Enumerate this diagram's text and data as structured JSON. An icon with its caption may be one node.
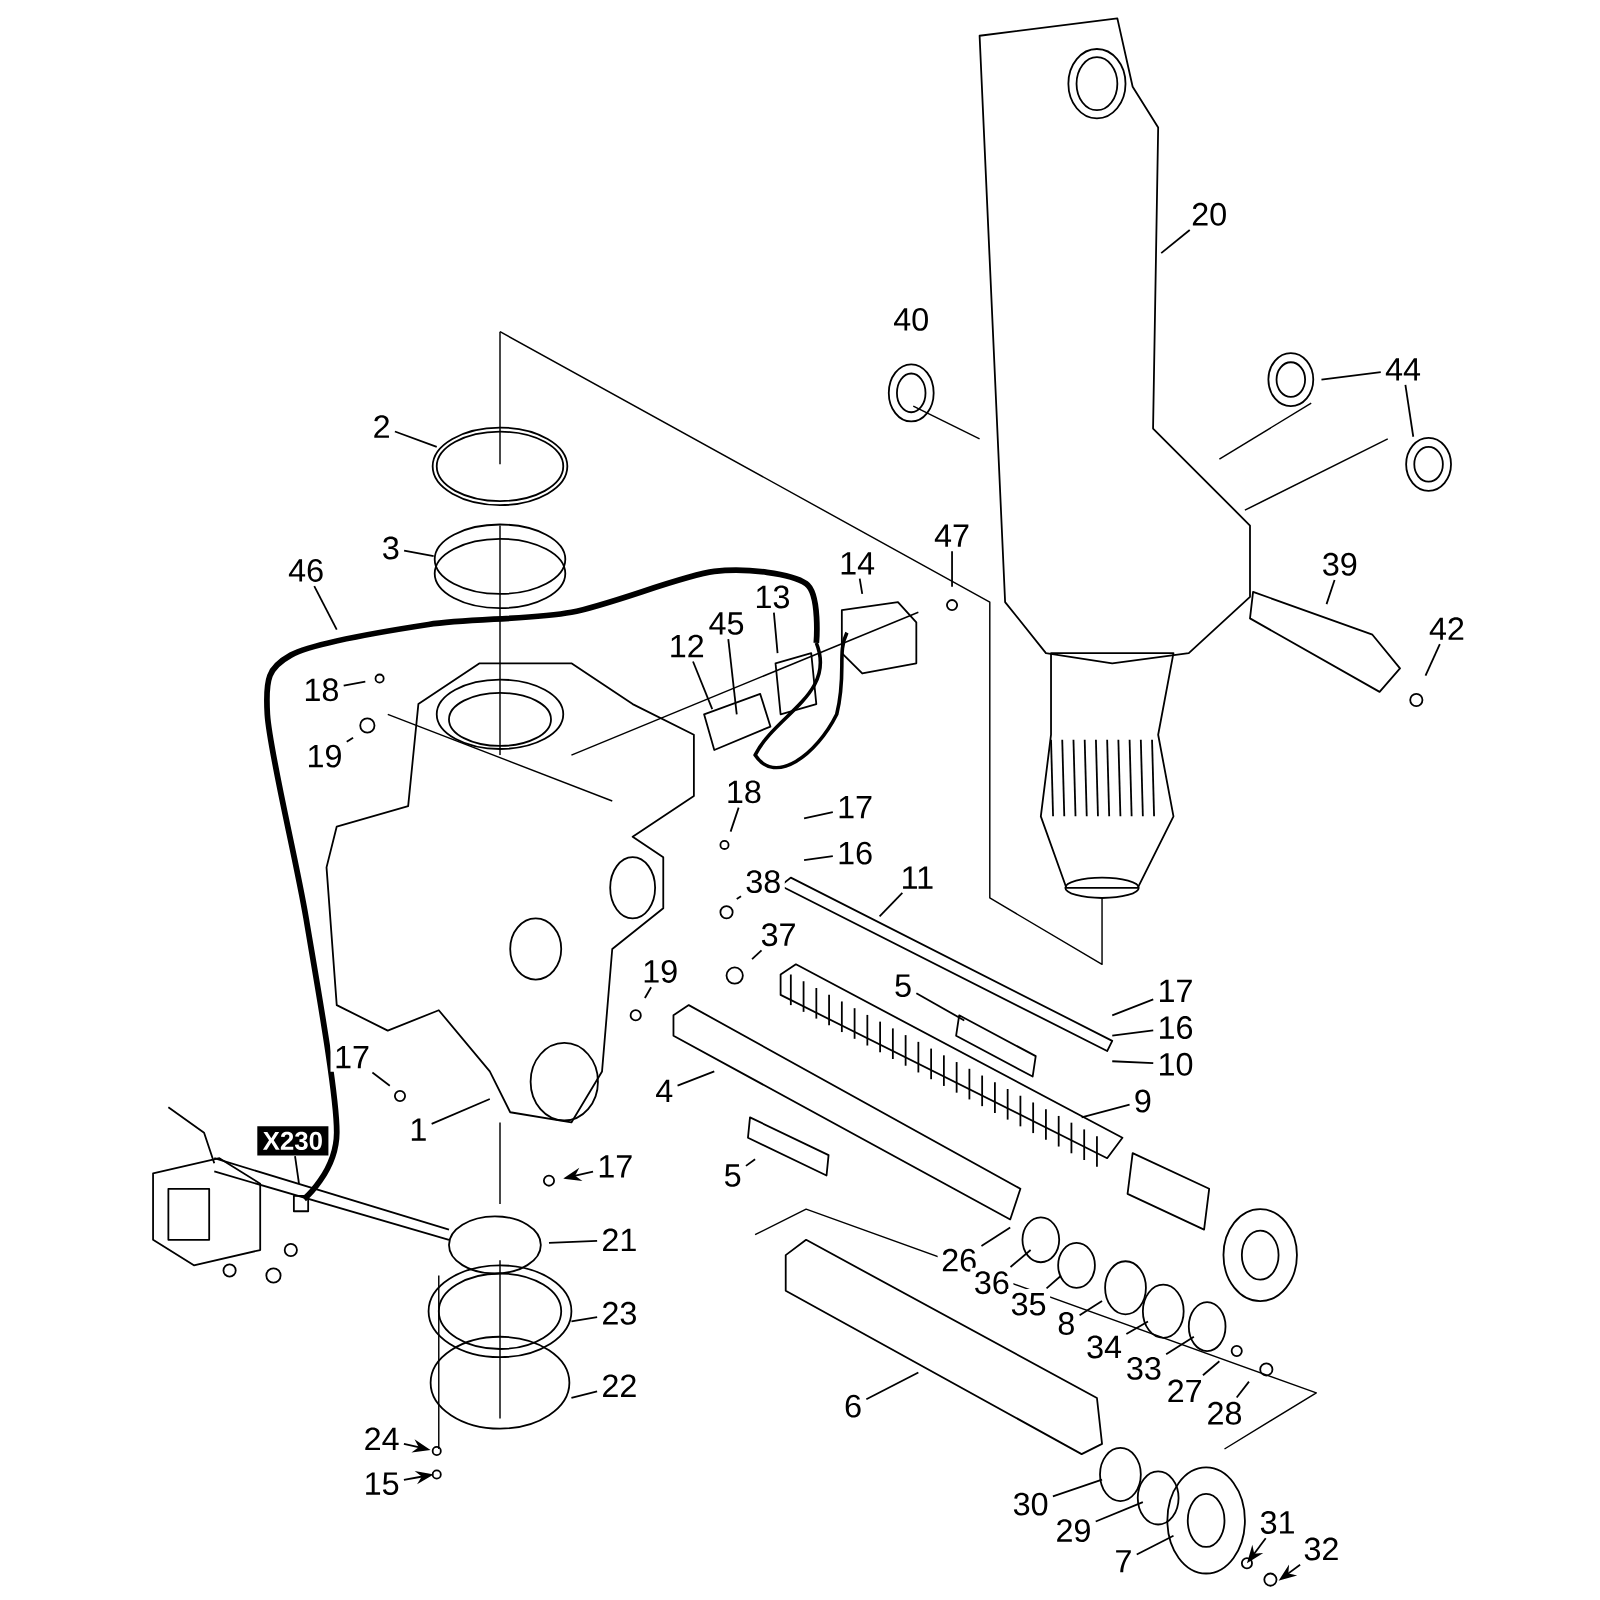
{
  "diagram": {
    "nodes": [
      {
        "text": [
          "20"
        ]
      },
      {
        "text": [
          "44"
        ]
      },
      {
        "text": [
          "2"
        ]
      },
      {
        "text": [
          "47"
        ]
      },
      {
        "text": [
          "3"
        ]
      },
      {
        "text": [
          "14"
        ]
      },
      {
        "text": [
          "39"
        ]
      },
      {
        "text": [
          "46"
        ]
      },
      {
        "text": [
          "13"
        ]
      },
      {
        "text": [
          "45"
        ]
      },
      {
        "text": [
          "42"
        ]
      },
      {
        "text": [
          "12"
        ]
      },
      {
        "text": [
          "18"
        ]
      },
      {
        "text": [
          "19"
        ]
      },
      {
        "text": [
          "18"
        ]
      },
      {
        "text": [
          "17"
        ]
      },
      {
        "text": [
          "16"
        ]
      },
      {
        "text": [
          "11"
        ]
      },
      {
        "text": [
          "38"
        ]
      },
      {
        "text": [
          "37"
        ]
      },
      {
        "text": [
          "19"
        ]
      },
      {
        "text": [
          "5"
        ]
      },
      {
        "text": [
          "17"
        ]
      },
      {
        "text": [
          "16"
        ]
      },
      {
        "text": [
          "17"
        ]
      },
      {
        "text": [
          "10"
        ]
      },
      {
        "text": [
          "4"
        ]
      },
      {
        "text": [
          "9"
        ]
      },
      {
        "text": [
          "1"
        ]
      },
      {
        "text": [
          "X230"
        ]
      },
      {
        "text": [
          "17"
        ]
      },
      {
        "text": [
          "5"
        ]
      },
      {
        "text": [
          "21"
        ]
      },
      {
        "text": [
          "26"
        ]
      },
      {
        "text": [
          "36"
        ]
      },
      {
        "text": [
          "35"
        ]
      },
      {
        "text": [
          "23"
        ]
      },
      {
        "text": [
          "8"
        ]
      },
      {
        "text": [
          "34"
        ]
      },
      {
        "text": [
          "33"
        ]
      },
      {
        "text": [
          "22"
        ]
      },
      {
        "text": [
          "27"
        ]
      },
      {
        "text": [
          "6"
        ]
      },
      {
        "text": [
          "28"
        ]
      },
      {
        "text": [
          "24"
        ]
      },
      {
        "text": [
          "15"
        ]
      },
      {
        "text": [
          "30"
        ]
      },
      {
        "text": [
          "31"
        ]
      },
      {
        "text": [
          "29"
        ]
      },
      {
        "text": [
          "7"
        ]
      },
      {
        "text": [
          "32"
        ]
      }
    ],
    "edges": [
      {
        "from": 0,
        "to": null,
        "arrow": "none"
      },
      {
        "from": 1,
        "to": null,
        "arrow": "none"
      },
      {
        "from": 1,
        "to": null,
        "arrow": "none"
      },
      {
        "from": 2,
        "to": null,
        "arrow": "none"
      },
      {
        "from": 3,
        "to": null,
        "arrow": "none"
      },
      {
        "from": 4,
        "to": null,
        "arrow": "none"
      },
      {
        "from": 5,
        "to": null,
        "arrow": "none"
      },
      {
        "from": 6,
        "to": null,
        "arrow": "none"
      },
      {
        "from": 7,
        "to": null,
        "arrow": "none"
      },
      {
        "from": 8,
        "to": null,
        "arrow": "none"
      },
      {
        "from": 9,
        "to": null,
        "arrow": "none"
      },
      {
        "from": 10,
        "to": null,
        "arrow": "none"
      },
      {
        "from": 11,
        "to": null,
        "arrow": "none"
      },
      {
        "from": 12,
        "to": null,
        "arrow": "none"
      },
      {
        "from": 13,
        "to": null,
        "arrow": "none"
      },
      {
        "from": 14,
        "to": null,
        "arrow": "none"
      },
      {
        "from": 15,
        "to": null,
        "arrow": "none"
      },
      {
        "from": 16,
        "to": null,
        "arrow": "none"
      },
      {
        "from": 17,
        "to": null,
        "arrow": "none"
      },
      {
        "from": 18,
        "to": null,
        "arrow": "none"
      },
      {
        "from": 19,
        "to": null,
        "arrow": "none"
      },
      {
        "from": 20,
        "to": null,
        "arrow": "none"
      },
      {
        "from": 21,
        "to": null,
        "arrow": "none"
      },
      {
        "from": 22,
        "to": null,
        "arrow": "none"
      },
      {
        "from": 23,
        "to": null,
        "arrow": "none"
      },
      {
        "from": 24,
        "to": null,
        "arrow": "none"
      },
      {
        "from": 25,
        "to": null,
        "arrow": "none"
      },
      {
        "from": 26,
        "to": null,
        "arrow": "none"
      },
      {
        "from": 27,
        "to": null,
        "arrow": "none"
      },
      {
        "from": 28,
        "to": null,
        "arrow": "none"
      },
      {
        "from": 29,
        "to": null,
        "arrow": "none"
      },
      {
        "from": 30,
        "to": null,
        "arrow": "to"
      },
      {
        "from": 31,
        "to": null,
        "arrow": "none"
      },
      {
        "from": 32,
        "to": null,
        "arrow": "none"
      },
      {
        "from": 33,
        "to": null,
        "arrow": "none"
      },
      {
        "from": 34,
        "to": null,
        "arrow": "none"
      },
      {
        "from": 35,
        "to": null,
        "arrow": "none"
      },
      {
        "from": 36,
        "to": null,
        "arrow": "none"
      },
      {
        "from": 37,
        "to": null,
        "arrow": "none"
      },
      {
        "from": 38,
        "to": null,
        "arrow": "none"
      },
      {
        "from": 39,
        "to": null,
        "arrow": "none"
      },
      {
        "from": 40,
        "to": null,
        "arrow": "none"
      },
      {
        "from": 41,
        "to": null,
        "arrow": "none"
      },
      {
        "from": 42,
        "to": null,
        "arrow": "none"
      },
      {
        "from": 43,
        "to": null,
        "arrow": "none"
      },
      {
        "from": 44,
        "to": null,
        "arrow": "to"
      },
      {
        "from": 45,
        "to": null,
        "arrow": "to"
      },
      {
        "from": 46,
        "to": null,
        "arrow": "none"
      },
      {
        "from": 47,
        "to": null,
        "arrow": "to"
      },
      {
        "from": 48,
        "to": null,
        "arrow": "none"
      },
      {
        "from": 49,
        "to": null,
        "arrow": "none"
      },
      {
        "from": 50,
        "to": null,
        "arrow": "to"
      }
    ],
    "labels": [
      "40"
    ]
  }
}
